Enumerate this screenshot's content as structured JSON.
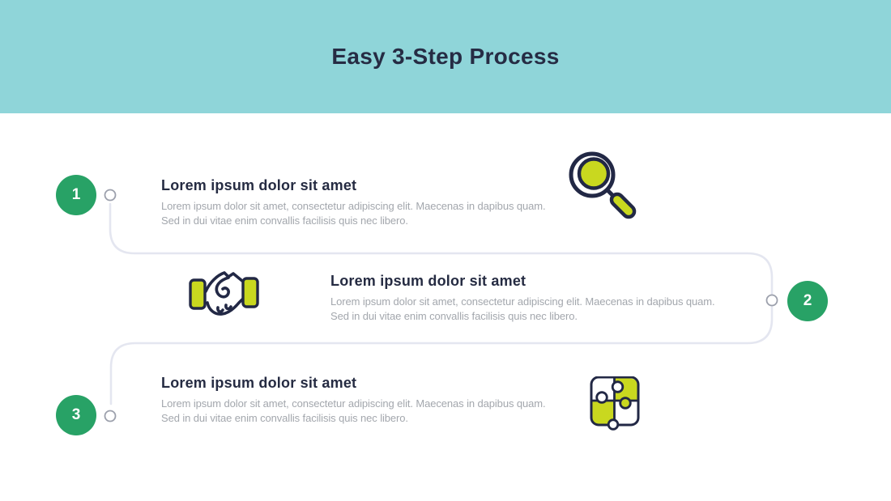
{
  "slide": {
    "title": "Easy 3-Step Process"
  },
  "colors": {
    "header_bg": "#8fd5d9",
    "title_text": "#262c44",
    "heading_text": "#252b42",
    "body_text": "#a3a7ad",
    "step_badge_green": "#28a266",
    "icon_yellow": "#c9d81f",
    "icon_outline_navy": "#222845",
    "connector_line": "#e4e6f0"
  },
  "steps": [
    {
      "number": "1",
      "heading": "Lorem ipsum dolor sit amet",
      "body_line1": "Lorem ipsum dolor sit amet, consectetur adipiscing elit. Maecenas in dapibus quam.",
      "body_line2": "Sed in dui vitae enim convallis facilisis quis nec libero.",
      "icon": "magnifier-icon"
    },
    {
      "number": "2",
      "heading": "Lorem ipsum dolor sit amet",
      "body_line1": "Lorem ipsum dolor sit amet, consectetur adipiscing elit. Maecenas in dapibus quam.",
      "body_line2": "Sed in dui vitae enim convallis facilisis quis nec libero.",
      "icon": "handshake-icon"
    },
    {
      "number": "3",
      "heading": "Lorem ipsum dolor sit amet",
      "body_line1": "Lorem ipsum dolor sit amet, consectetur adipiscing elit. Maecenas in dapibus quam.",
      "body_line2": "Sed in dui vitae enim convallis facilisis quis nec libero.",
      "icon": "puzzle-icon"
    }
  ]
}
